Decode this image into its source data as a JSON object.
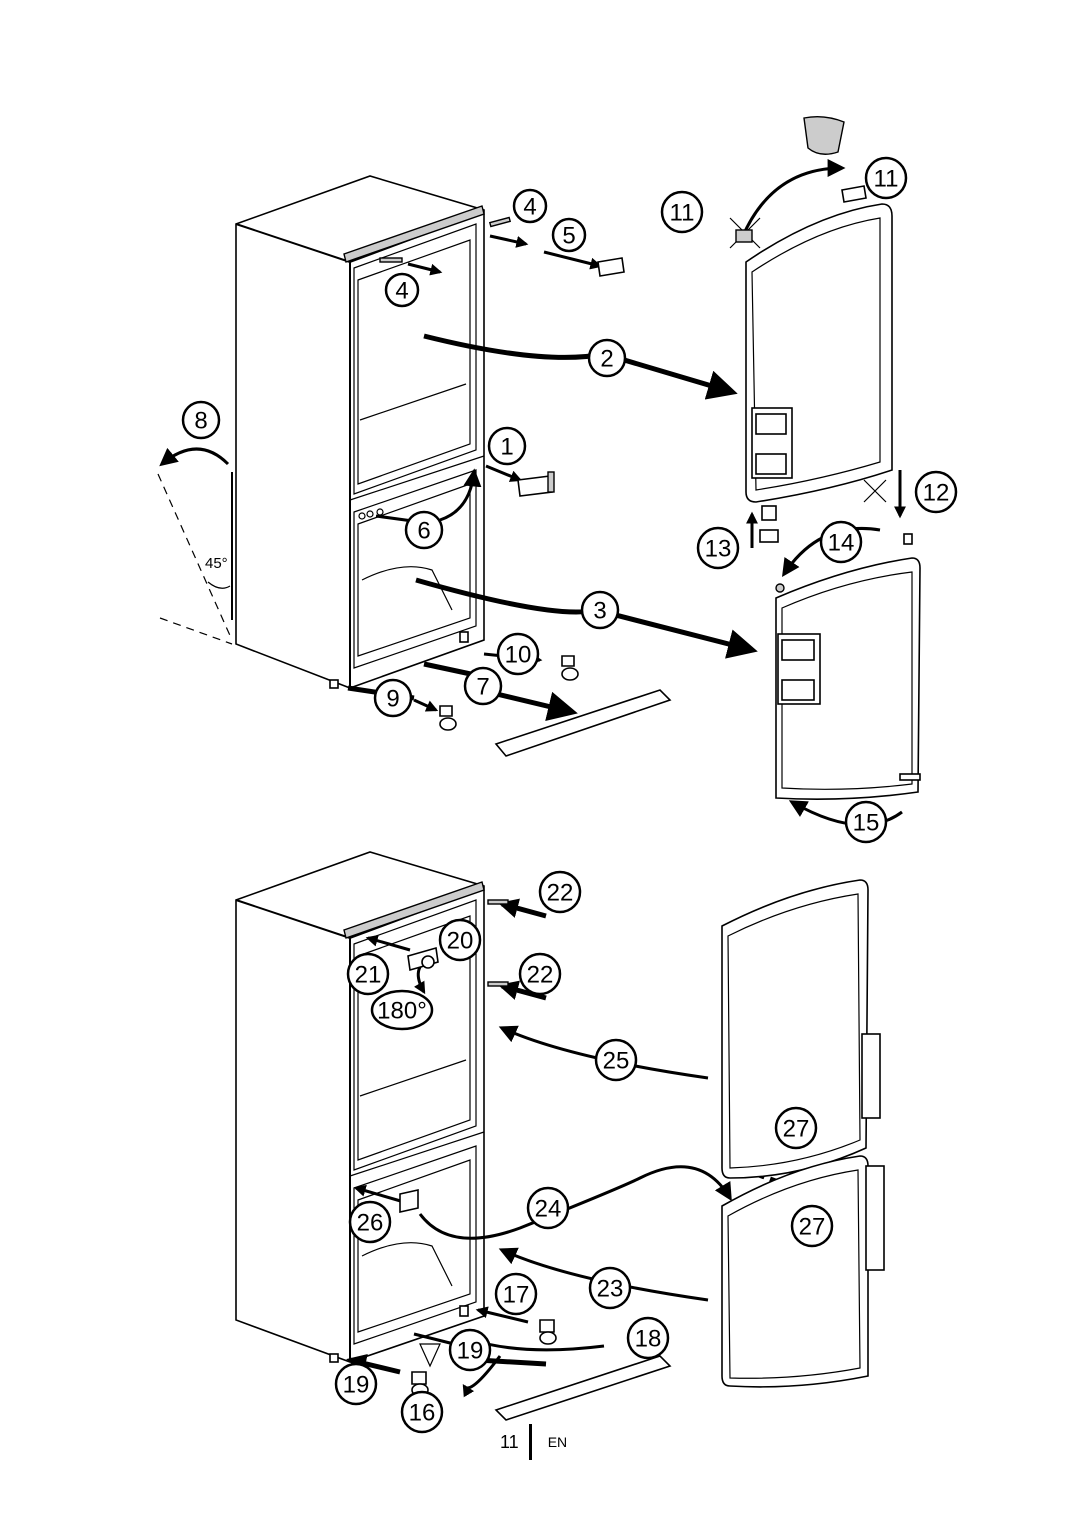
{
  "diagram": {
    "steps": [
      {
        "label": "4"
      },
      {
        "label": "4"
      },
      {
        "label": "5"
      },
      {
        "label": "11"
      },
      {
        "label": "11"
      },
      {
        "label": "2"
      },
      {
        "label": "8"
      },
      {
        "label": "1"
      },
      {
        "label": "12"
      },
      {
        "label": "6"
      },
      {
        "label": "13"
      },
      {
        "label": "14"
      },
      {
        "label": "3"
      },
      {
        "label": "10"
      },
      {
        "label": "7"
      },
      {
        "label": "9"
      },
      {
        "label": "15"
      },
      {
        "label": "22"
      },
      {
        "label": "20"
      },
      {
        "label": "21"
      },
      {
        "label": "22"
      },
      {
        "label": "180°"
      },
      {
        "label": "25"
      },
      {
        "label": "27"
      },
      {
        "label": "24"
      },
      {
        "label": "26"
      },
      {
        "label": "27"
      },
      {
        "label": "17"
      },
      {
        "label": "23"
      },
      {
        "label": "18"
      },
      {
        "label": "19"
      },
      {
        "label": "19"
      },
      {
        "label": "16"
      }
    ],
    "angle_label": "45°"
  },
  "footer": {
    "page_number": "11",
    "language": "EN"
  }
}
